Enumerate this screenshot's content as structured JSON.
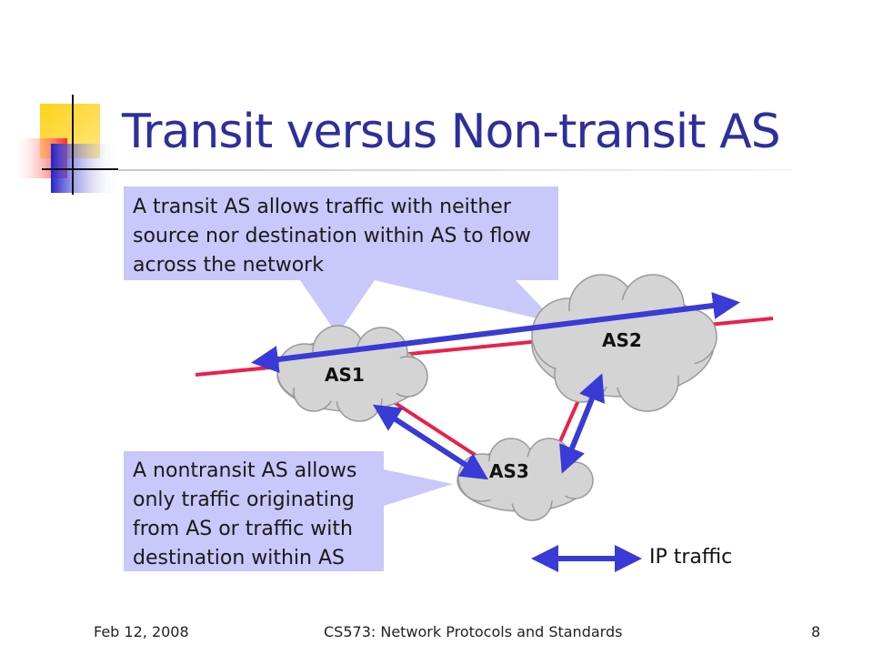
{
  "slide": {
    "title": "Transit versus Non-transit AS"
  },
  "diagram": {
    "transit_callout": {
      "lines": [
        "A transit AS allows traffic with neither",
        "source nor destination within AS to flow",
        "across the network"
      ]
    },
    "nontransit_callout": {
      "lines": [
        "A nontransit AS allows",
        "only traffic originating",
        "from AS or traffic with",
        "destination within AS"
      ]
    },
    "nodes": [
      {
        "id": "as1",
        "label": "AS1"
      },
      {
        "id": "as2",
        "label": "AS2"
      },
      {
        "id": "as3",
        "label": "AS3"
      }
    ],
    "legend": {
      "label": "IP traffic"
    },
    "colors": {
      "traffic_arrow": "#3a3ad6",
      "link_line": "#e8214b",
      "callout_fill": "#c8c8fa",
      "cloud_fill": "#d4d4d4",
      "title": "#2e2e9c"
    }
  },
  "footer": {
    "date": "Feb 12, 2008",
    "course": "CS573: Network Protocols and Standards",
    "page": "8"
  }
}
